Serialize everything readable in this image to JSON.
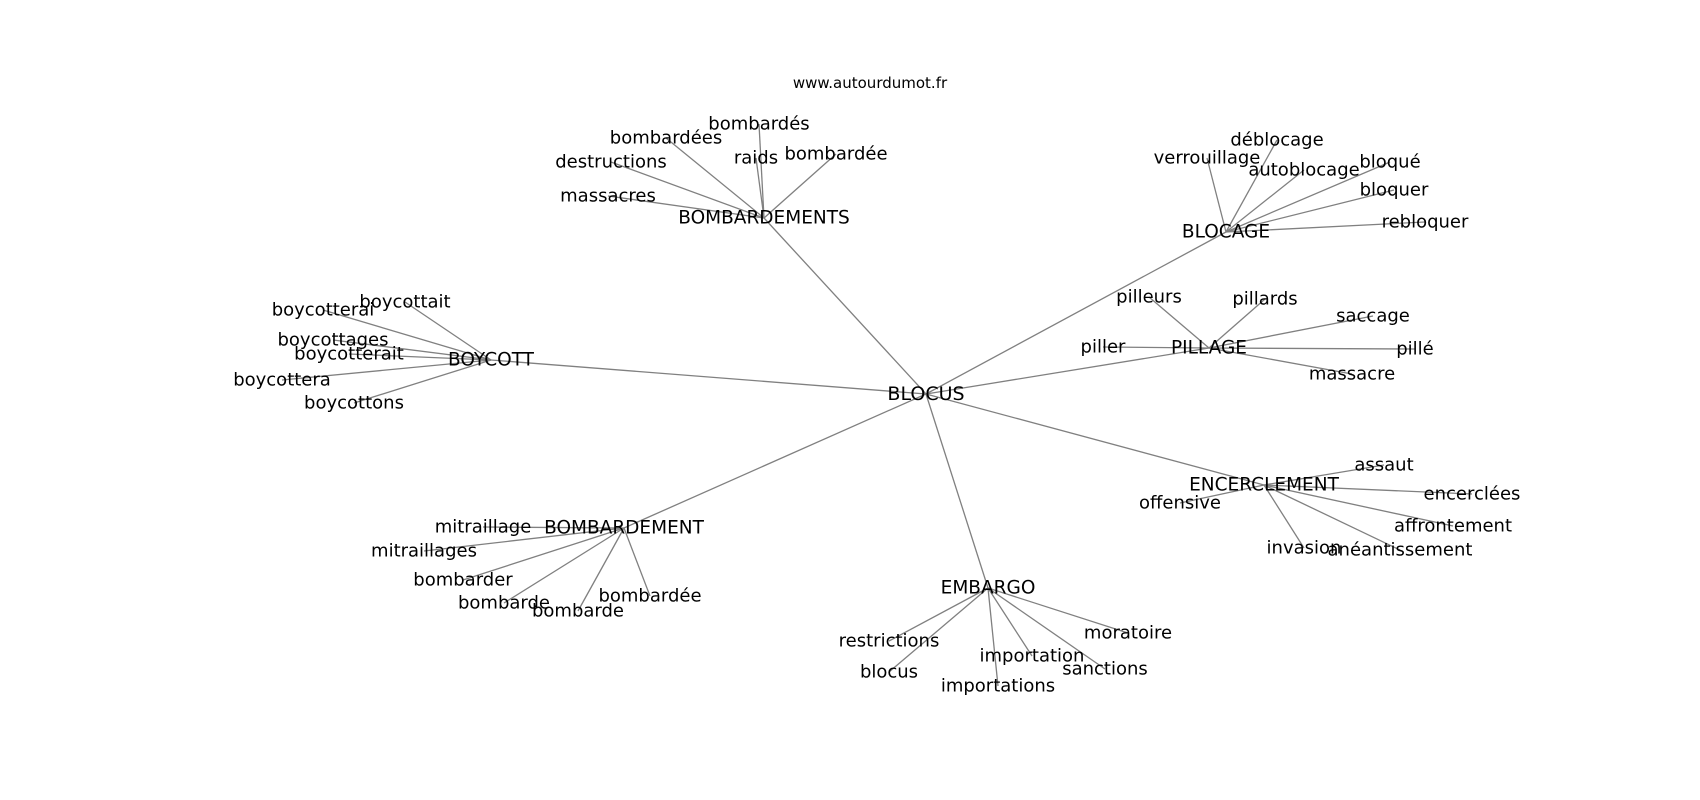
{
  "watermark": "www.autourdumot.fr",
  "center": "BLOCUS",
  "clusters": [
    {
      "hub": "BOMBARDEMENTS",
      "words": [
        "bombardés",
        "bombardées",
        "raids",
        "bombardée",
        "destructions",
        "massacres"
      ]
    },
    {
      "hub": "BLOCAGE",
      "words": [
        "déblocage",
        "verrouillage",
        "autoblocage",
        "bloqué",
        "bloquer",
        "rebloquer"
      ]
    },
    {
      "hub": "BOYCOTT",
      "words": [
        "boycottait",
        "boycotterai",
        "boycottages",
        "boycotterait",
        "boycottera",
        "boycottons"
      ]
    },
    {
      "hub": "PILLAGE",
      "words": [
        "pilleurs",
        "pillards",
        "saccage",
        "piller",
        "pillé",
        "massacre"
      ]
    },
    {
      "hub": "ENCERCLEMENT",
      "words": [
        "assaut",
        "encerclées",
        "offensive",
        "affrontement",
        "invasion",
        "anéantissement"
      ]
    },
    {
      "hub": "BOMBARDEMENT",
      "words": [
        "mitraillage",
        "mitraillages",
        "bombarder",
        "bombarde",
        "bombarde",
        "bombardée"
      ]
    },
    {
      "hub": "EMBARGO",
      "words": [
        "moratoire",
        "restrictions",
        "importation",
        "sanctions",
        "blocus",
        "importations"
      ]
    }
  ]
}
